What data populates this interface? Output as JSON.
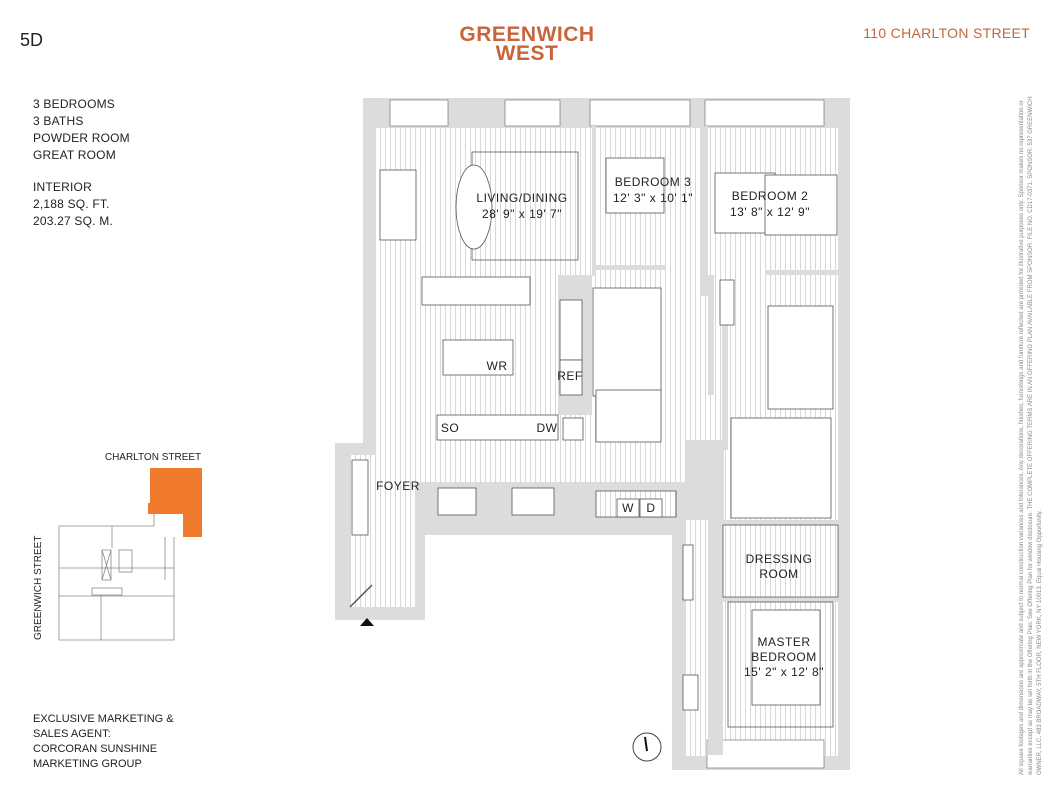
{
  "unit": "5D",
  "features": [
    "3 BEDROOMS",
    "3 BATHS",
    "POWDER ROOM",
    "GREAT ROOM"
  ],
  "interior": {
    "label": "INTERIOR",
    "sqft": "2,188 SQ. FT.",
    "sqm": "203.27 SQ. M."
  },
  "logo": {
    "line1": "GREENWICH",
    "line2": "WEST"
  },
  "address": "110 CHARLTON STREET",
  "brand_color": "#c8643a",
  "highlight_color": "#f07a2c",
  "key_plan": {
    "street_top": "CHARLTON STREET",
    "street_left": "GREENWICH STREET"
  },
  "agent": [
    "EXCLUSIVE MARKETING &",
    "SALES AGENT:",
    "CORCORAN SUNSHINE",
    "MARKETING GROUP"
  ],
  "rooms": {
    "living": {
      "name": "LIVING/DINING",
      "dims": "28' 9\" x 19' 7\""
    },
    "bedroom3": {
      "name": "BEDROOM 3",
      "dims": "12' 3\" x 10' 1\""
    },
    "bedroom2": {
      "name": "BEDROOM 2",
      "dims": "13' 8\" x 12' 9\""
    },
    "foyer": {
      "name": "FOYER"
    },
    "dressing": {
      "name1": "DRESSING",
      "name2": "ROOM"
    },
    "master": {
      "name1": "MASTER",
      "name2": "BEDROOM",
      "dims": "15' 2\" x 12' 8\""
    }
  },
  "appliances": {
    "wr": "WR",
    "ref": "REF",
    "so": "SO",
    "dw": "DW",
    "w": "W",
    "d": "D"
  },
  "disclaimer": "All square footages and dimensions are approximate and subject to normal construction variances and tolerances. Any decorations, finishes, furnishings and furniture reflected are provided for illustrative purposes only. Sponsor makes no representation or warranties except as may be set forth in the Offering Plan. See Offering Plan for window disclosure. THE COMPLETE OFFERING TERMS ARE IN AN OFFERING PLAN AVAILABLE FROM SPONSOR. FILE NO. CD17-0371. SPONSOR: 537 GREENWICH OWNER, LLC, 483 BROADWAY, 5TH FLOOR, NEW YORK, NY 10013. Equal Housing Opportunity."
}
